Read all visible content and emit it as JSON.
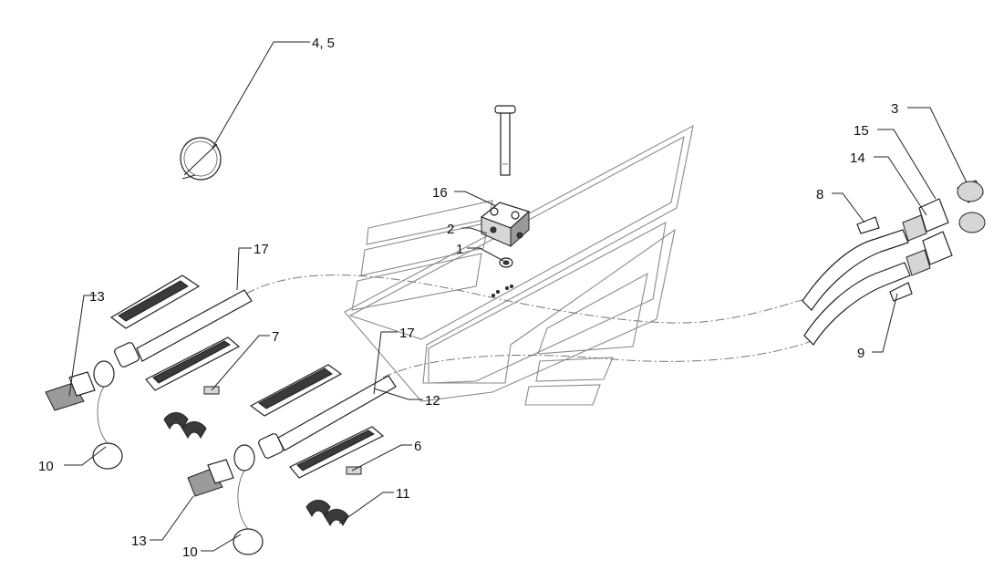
{
  "diagram": {
    "callouts": {
      "c45": "4, 5",
      "c3": "3",
      "c15": "15",
      "c14": "14",
      "c8": "8",
      "c9": "9",
      "c16": "16",
      "c2": "2",
      "c1": "1",
      "c17a": "17",
      "c17b": "17",
      "c12": "12",
      "c13a": "13",
      "c13b": "13",
      "c7": "7",
      "c6": "6",
      "c10a": "10",
      "c10b": "10",
      "c11": "11"
    }
  }
}
